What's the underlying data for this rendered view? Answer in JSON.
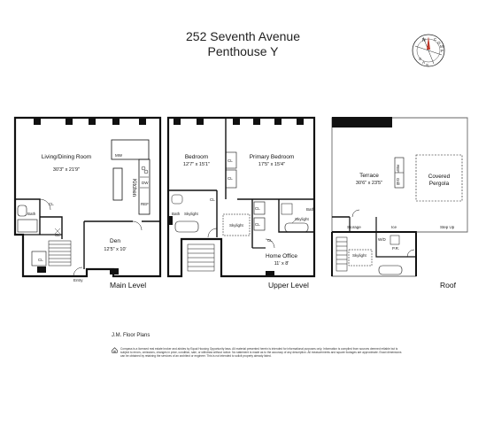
{
  "header": {
    "address": "252 Seventh Avenue",
    "unit": "Penthouse Y"
  },
  "compass": {
    "n": "N",
    "letters": [
      "C",
      "O",
      "M",
      "P",
      "A",
      "S",
      "S"
    ]
  },
  "main_level": {
    "label": "Main Level",
    "living": {
      "name": "Living/Dining Room",
      "dims": "30'3\" x 21'9\""
    },
    "kitchen": "Kitchen",
    "den": {
      "name": "Den",
      "dims": "12'5\" x 10'"
    },
    "bath": "Bath",
    "cl": "CL",
    "entry": "Entry",
    "appliances": [
      "MW",
      "DW",
      "REF"
    ]
  },
  "upper_level": {
    "label": "Upper Level",
    "bedroom": {
      "name": "Bedroom",
      "dims": "12'7\" x 15'1\""
    },
    "primary": {
      "name": "Primary Bedroom",
      "dims": "17'5\" x 15'4\""
    },
    "office": {
      "name": "Home Office",
      "dims": "11' x 8'"
    },
    "bath": "Bath",
    "skylight": "Skylight",
    "cl": "CL"
  },
  "roof": {
    "label": "Roof",
    "terrace": {
      "name": "Terrace",
      "dims": "30'6\" x 23'5\""
    },
    "pergola": "Covered Pergola",
    "storage": "Storage",
    "ice": "Ice",
    "wd": "W/D",
    "pr": "P.R.",
    "skylight": "Skylight",
    "ref": "REF",
    "grill": "Grill",
    "step_up": "Step Up"
  },
  "footer": {
    "brand": "J.M. Floor Plans",
    "disclaimer": "Compass is a licensed real estate broker and abides by Equal Housing Opportunity laws. All material presented herein is intended for informational purposes only. Information is compiled from sources deemed reliable but is subject to errors, omissions, changes in price, condition, sale, or withdraw without notice. No statement is made as to the accuracy of any description. All measurements and square footages are approximate. Exact dimensions can be obtained by retaining the services of an architect or engineer. This is not intended to solicit property already listed."
  }
}
